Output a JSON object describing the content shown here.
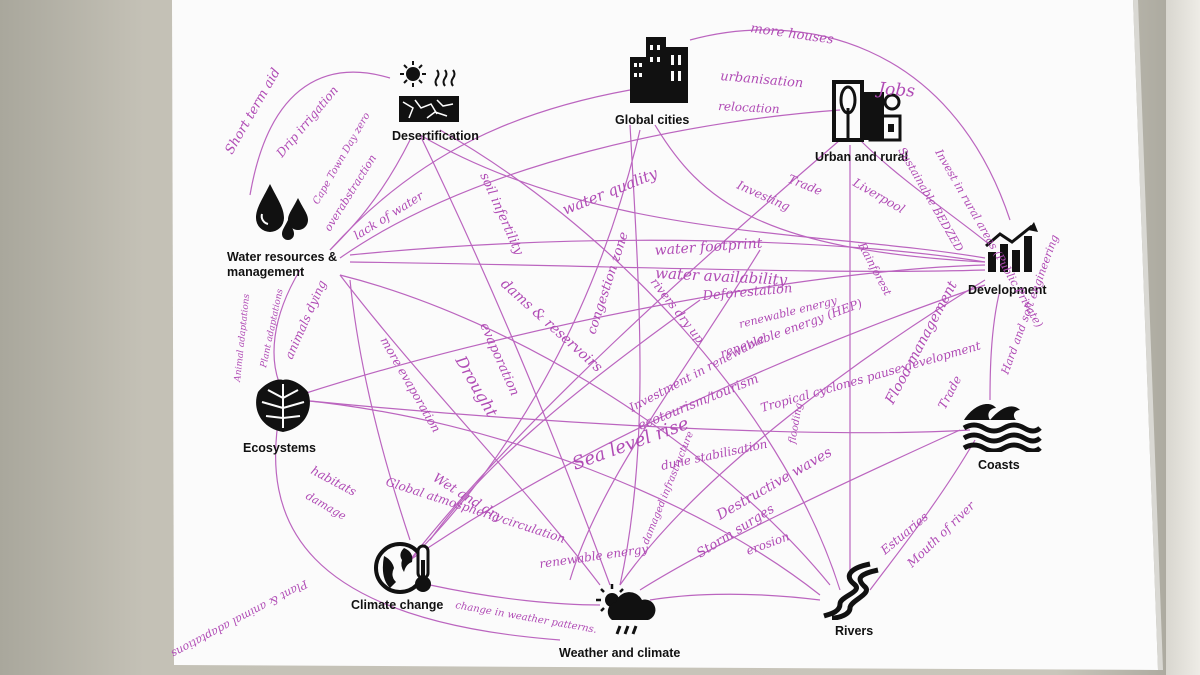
{
  "nodes": {
    "desertification": "Desertification",
    "global_cities": "Global cities",
    "urban_rural": "Urban and rural",
    "water": "Water resources &\nmanagement",
    "development": "Development",
    "ecosystems": "Ecosystems",
    "coasts": "Coasts",
    "climate_change": "Climate change",
    "weather": "Weather and climate",
    "rivers": "Rivers"
  },
  "annotations": {
    "more_houses": "more houses",
    "jobs": "Jobs",
    "urbanisation": "urbanisation",
    "relocation": "relocation",
    "short_term_aid": "Short term aid",
    "drip_irrigation": "Drip irrigation",
    "cape_town": "Cape Town Day zero",
    "overabstraction": "overabstraction",
    "lack_of_water": "lack of water",
    "soil_infertility": "soil infertility",
    "water_quality": "water quality",
    "trade_top": "Trade",
    "investing": "Investing",
    "liverpool": "Liverpool",
    "invest_rural": "Invest in rural areas (Public Private)",
    "sustainable_bedzed": "Sustainable BEDZED",
    "water_footprint": "water footprint",
    "water_availability": "water availability",
    "deforestation": "Deforestation",
    "renewable_energy": "renewable energy",
    "renewable_energy_hep": "renewable energy (HEP)",
    "rainforest": "Rainforest",
    "dams_reservoirs": "dams & reservoirs",
    "congestion_zone": "congestion zone",
    "rivers_dry_up": "rivers dry up",
    "evaporation": "evaporation",
    "drought": "Drought",
    "more_evaporation": "more evaporation",
    "animals_dying": "animals dying",
    "plant_adaptations": "Plant adaptations",
    "animal_adaptations": "Animal adaptations",
    "investment_renewable": "Investment in renewable",
    "ecotourism": "ecotourism/tourism",
    "sea_level_rise": "Sea level rise",
    "tropical_cyclones": "Tropical cyclones pause development",
    "flood_management": "Flood management",
    "trade_right": "Trade",
    "hard_soft": "Hard and soft engineering",
    "dune_stabilisation": "dune stabilisation",
    "flooding": "flooding",
    "damaged_infrastructure": "damaged infrastructure",
    "destructive_waves": "Destructive waves",
    "storm_surges": "Storm surges",
    "erosion": "erosion",
    "estuaries": "Estuaries",
    "mouth_of_river": "Mouth of river",
    "wet_and_dry": "Wet and dry",
    "global_atmos": "Global atmospheric circulation",
    "habitats": "habitats",
    "damage": "damage",
    "renewable_energy_bottom": "renewable energy",
    "change_weather": "change in weather patterns.",
    "plant_animal_adaptations": "Plant & animal adaptations"
  },
  "colors": {
    "ink": "#b04bb5",
    "paper": "#fbfbfb",
    "icon": "#111111"
  },
  "icons": {
    "desertification": "sun-cracked-earth-icon",
    "global_cities": "skyscraper-icon",
    "urban_rural": "city-tree-icon",
    "water": "water-drops-icon",
    "development": "bar-chart-growth-icon",
    "ecosystems": "leaf-icon",
    "coasts": "waves-icon",
    "climate_change": "globe-thermometer-icon",
    "weather": "sun-cloud-rain-icon",
    "rivers": "winding-river-icon"
  }
}
